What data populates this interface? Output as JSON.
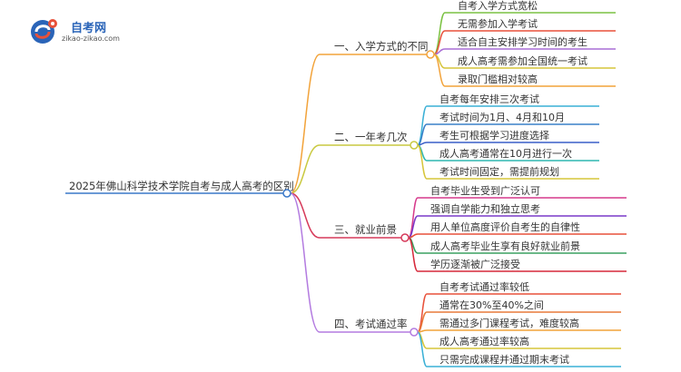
{
  "logo": {
    "title": "自考网",
    "url": "zikao-zikao.com"
  },
  "root": {
    "label": "2025年佛山科学技术学院自考与成人高考的区别"
  },
  "branches": [
    {
      "label": "一、入学方式的不同",
      "color": "#f2a33a",
      "items": [
        {
          "label": "自考入学方式宽松",
          "color": "#7cc243"
        },
        {
          "label": "无需参加入学考试",
          "color": "#e8513a"
        },
        {
          "label": "适合自主安排学习时间的考生",
          "color": "#a96fd6"
        },
        {
          "label": "成人高考需参加全国统一考试",
          "color": "#d6c53a"
        },
        {
          "label": "录取门槛相对较高",
          "color": "#f2a33a"
        }
      ]
    },
    {
      "label": "二、一年考几次",
      "color": "#c9c940",
      "items": [
        {
          "label": "自考每年安排三次考试",
          "color": "#3ab0d6"
        },
        {
          "label": "考试时间为1月、4月和10月",
          "color": "#3a80c8"
        },
        {
          "label": "考生可根据学习进度选择",
          "color": "#3a5fc8"
        },
        {
          "label": "成人高考通常在10月进行一次",
          "color": "#2fb7b0"
        },
        {
          "label": "考试时间固定，需提前规划",
          "color": "#d6c53a"
        }
      ]
    },
    {
      "label": "三、就业前景",
      "color": "#d63a5a",
      "items": [
        {
          "label": "自考毕业生受到广泛认可",
          "color": "#d63a8c"
        },
        {
          "label": "强调自学能力和独立思考",
          "color": "#7a3ac8"
        },
        {
          "label": "用人单位高度评价自考生的自律性",
          "color": "#e8513a"
        },
        {
          "label": "成人高考毕业生享有良好就业前景",
          "color": "#3aa060"
        },
        {
          "label": "学历逐渐被广泛接受",
          "color": "#d6283a"
        }
      ]
    },
    {
      "label": "四、考试通过率",
      "color": "#b37be0",
      "items": [
        {
          "label": "自考考试通过率较低",
          "color": "#e8513a"
        },
        {
          "label": "通常在30%至40%之间",
          "color": "#e87a3a"
        },
        {
          "label": "需通过多门课程考试，难度较高",
          "color": "#f2a33a"
        },
        {
          "label": "成人高考通过率较高",
          "color": "#d6c53a"
        },
        {
          "label": "只需完成课程并通过期末考试",
          "color": "#3ab0d6"
        }
      ]
    }
  ]
}
